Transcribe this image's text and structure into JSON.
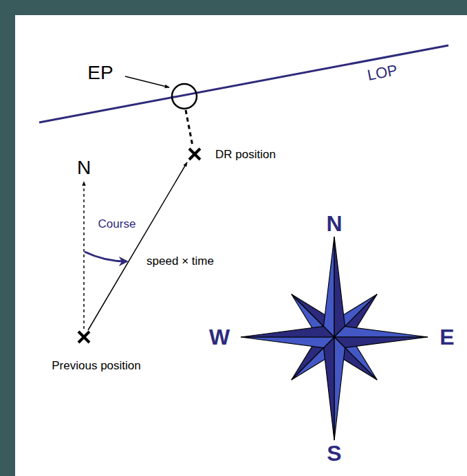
{
  "diagram": {
    "labels": [
      "EP",
      "LOP",
      "N",
      "Course",
      "speed × time",
      "DR position",
      "Previous position",
      "N",
      "W",
      "E",
      "S"
    ]
  }
}
